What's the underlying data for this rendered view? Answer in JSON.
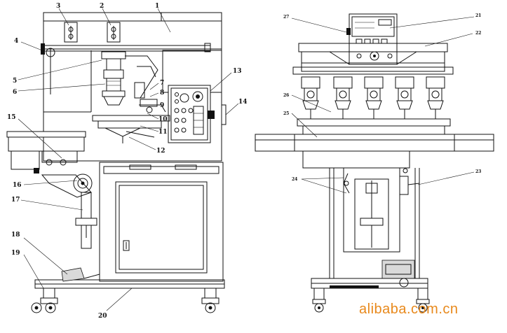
{
  "figure": {
    "left_view_callouts": [
      {
        "id": "3",
        "label": "3"
      },
      {
        "id": "2",
        "label": "2"
      },
      {
        "id": "1",
        "label": "1"
      },
      {
        "id": "4",
        "label": "4"
      },
      {
        "id": "5",
        "label": "5"
      },
      {
        "id": "6",
        "label": "6"
      },
      {
        "id": "7",
        "label": "7"
      },
      {
        "id": "8",
        "label": "8"
      },
      {
        "id": "9",
        "label": "9"
      },
      {
        "id": "10",
        "label": "10"
      },
      {
        "id": "11",
        "label": "11"
      },
      {
        "id": "12",
        "label": "12"
      },
      {
        "id": "13",
        "label": "13"
      },
      {
        "id": "14",
        "label": "14"
      },
      {
        "id": "15",
        "label": "15"
      },
      {
        "id": "16",
        "label": "16"
      },
      {
        "id": "17",
        "label": "17"
      },
      {
        "id": "18",
        "label": "18"
      },
      {
        "id": "19",
        "label": "19"
      },
      {
        "id": "20",
        "label": "20"
      }
    ],
    "right_view_callouts": [
      {
        "id": "27",
        "label": "27"
      },
      {
        "id": "21",
        "label": "21"
      },
      {
        "id": "22",
        "label": "22"
      },
      {
        "id": "26",
        "label": "26"
      },
      {
        "id": "25",
        "label": "25"
      },
      {
        "id": "24",
        "label": "24"
      },
      {
        "id": "23",
        "label": "23"
      }
    ],
    "watermark": "alibaba.com.cn"
  }
}
